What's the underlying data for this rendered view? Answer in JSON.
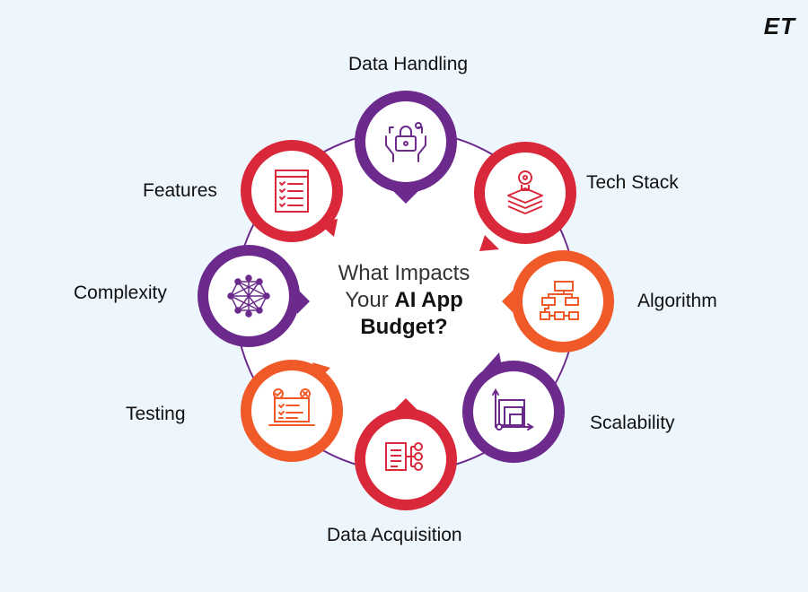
{
  "logo": "ET",
  "center": {
    "line1": "What Impacts",
    "line2_plain": "Your ",
    "line2_bold": "AI App",
    "line3_bold": "Budget?"
  },
  "factors": [
    {
      "label": "Data Handling",
      "icon": "hands-lock-icon",
      "color": "#6b2a8c"
    },
    {
      "label": "Tech Stack",
      "icon": "layers-bulb-icon",
      "color": "#d8283a"
    },
    {
      "label": "Algorithm",
      "icon": "flowchart-icon",
      "color": "#f05a28"
    },
    {
      "label": "Scalability",
      "icon": "growth-chart-icon",
      "color": "#6b2a8c"
    },
    {
      "label": "Data Acquisition",
      "icon": "document-network-icon",
      "color": "#d8283a"
    },
    {
      "label": "Testing",
      "icon": "laptop-checklist-icon",
      "color": "#f05a28"
    },
    {
      "label": "Complexity",
      "icon": "mesh-network-icon",
      "color": "#6b2a8c"
    },
    {
      "label": "Features",
      "icon": "checklist-icon",
      "color": "#d8283a"
    }
  ],
  "colors": {
    "purple": "#6b2a8c",
    "red": "#d8283a",
    "orange": "#f05a28",
    "background": "#eef6fd"
  }
}
